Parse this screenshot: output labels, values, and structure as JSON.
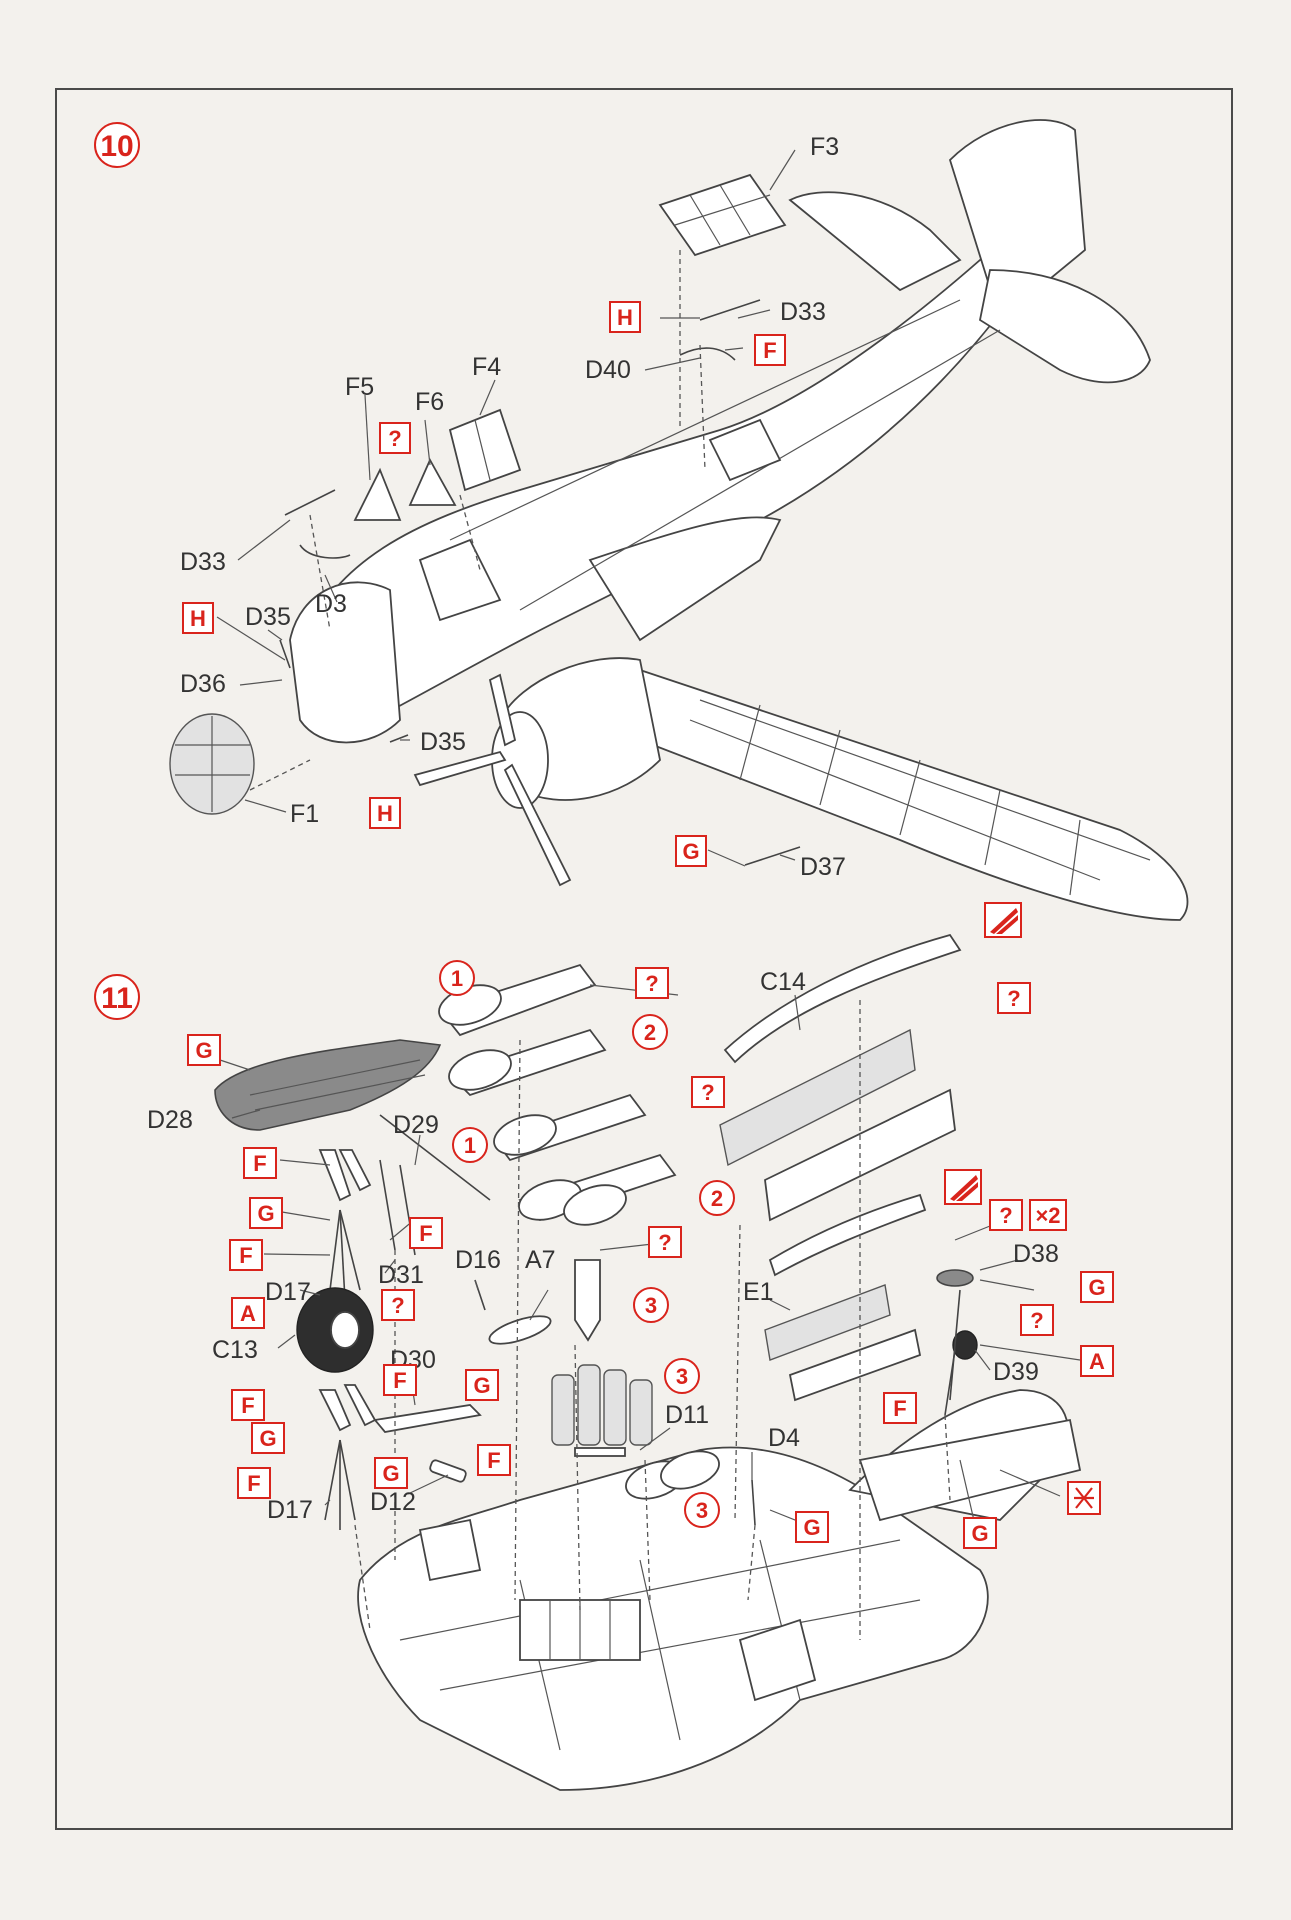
{
  "steps": [
    {
      "number": "10",
      "part_labels": [
        "F3",
        "D33",
        "D40",
        "F4",
        "F5",
        "F6",
        "D33",
        "D3",
        "D35",
        "D36",
        "D35",
        "F1",
        "D37"
      ],
      "color_codes": [
        "H",
        "F",
        "?",
        "H",
        "H",
        "G"
      ]
    },
    {
      "number": "11",
      "part_labels": [
        "C14",
        "D28",
        "D29",
        "D31",
        "D17",
        "C13",
        "D16",
        "A7",
        "D30",
        "D11",
        "E1",
        "D38",
        "D39",
        "D12",
        "D17",
        "D4"
      ],
      "color_codes": [
        "G",
        "F",
        "G",
        "F",
        "F",
        "?",
        "A",
        "F",
        "F",
        "G",
        "F",
        "G",
        "F",
        "?",
        "?",
        "?",
        "?",
        "?",
        "?",
        "A",
        "G",
        "F",
        "G",
        "G",
        "G"
      ],
      "bomb_positions": [
        "1",
        "2",
        "1",
        "2",
        "3",
        "3",
        "3"
      ],
      "multiplier": "×2"
    }
  ],
  "colors": {
    "accent_red": "#d9241c",
    "line": "#444444",
    "paper": "#f3f1ed"
  },
  "icons": [
    "paint-stripe-icon",
    "paint-stripe-icon",
    "decal-asterisk-icon"
  ]
}
